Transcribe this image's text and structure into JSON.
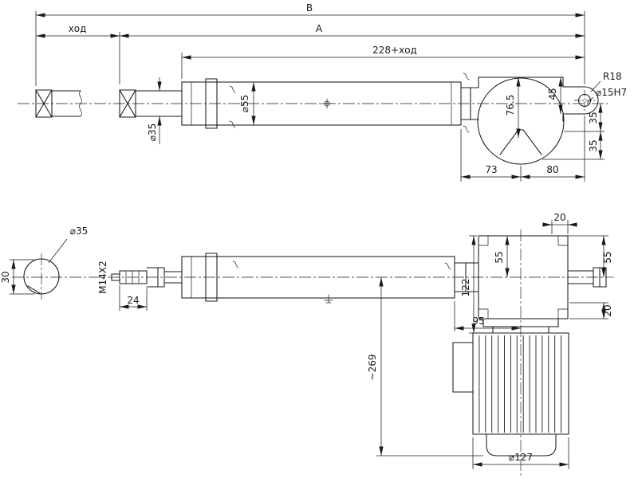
{
  "colors": {
    "line": "#1a1a1a",
    "background": "#ffffff"
  },
  "top_view": {
    "dim_b": "B",
    "dim_stroke": "ход",
    "dim_a": "A",
    "dim_228_stroke": "228+ход",
    "dia_55": "⌀55",
    "dia_35": "⌀35",
    "dim_76_5": "76.5",
    "dim_45": "45",
    "rad_18": "R18",
    "dia_15h7": "⌀15H7",
    "dim_35_upper": "35",
    "dim_35_lower": "35",
    "dim_73": "73",
    "dim_80": "80"
  },
  "bottom_view": {
    "dia_35": "⌀35",
    "dim_30": "30",
    "thread": "M14X2",
    "dim_24": "24",
    "dim_20_top": "20",
    "dim_55_gearbox": "55",
    "dim_122": "122",
    "dim_55_shaft": "55",
    "dim_20_shaft": "20",
    "dim_95": "95",
    "dim_269": "~269",
    "dia_127": "⌀127"
  }
}
